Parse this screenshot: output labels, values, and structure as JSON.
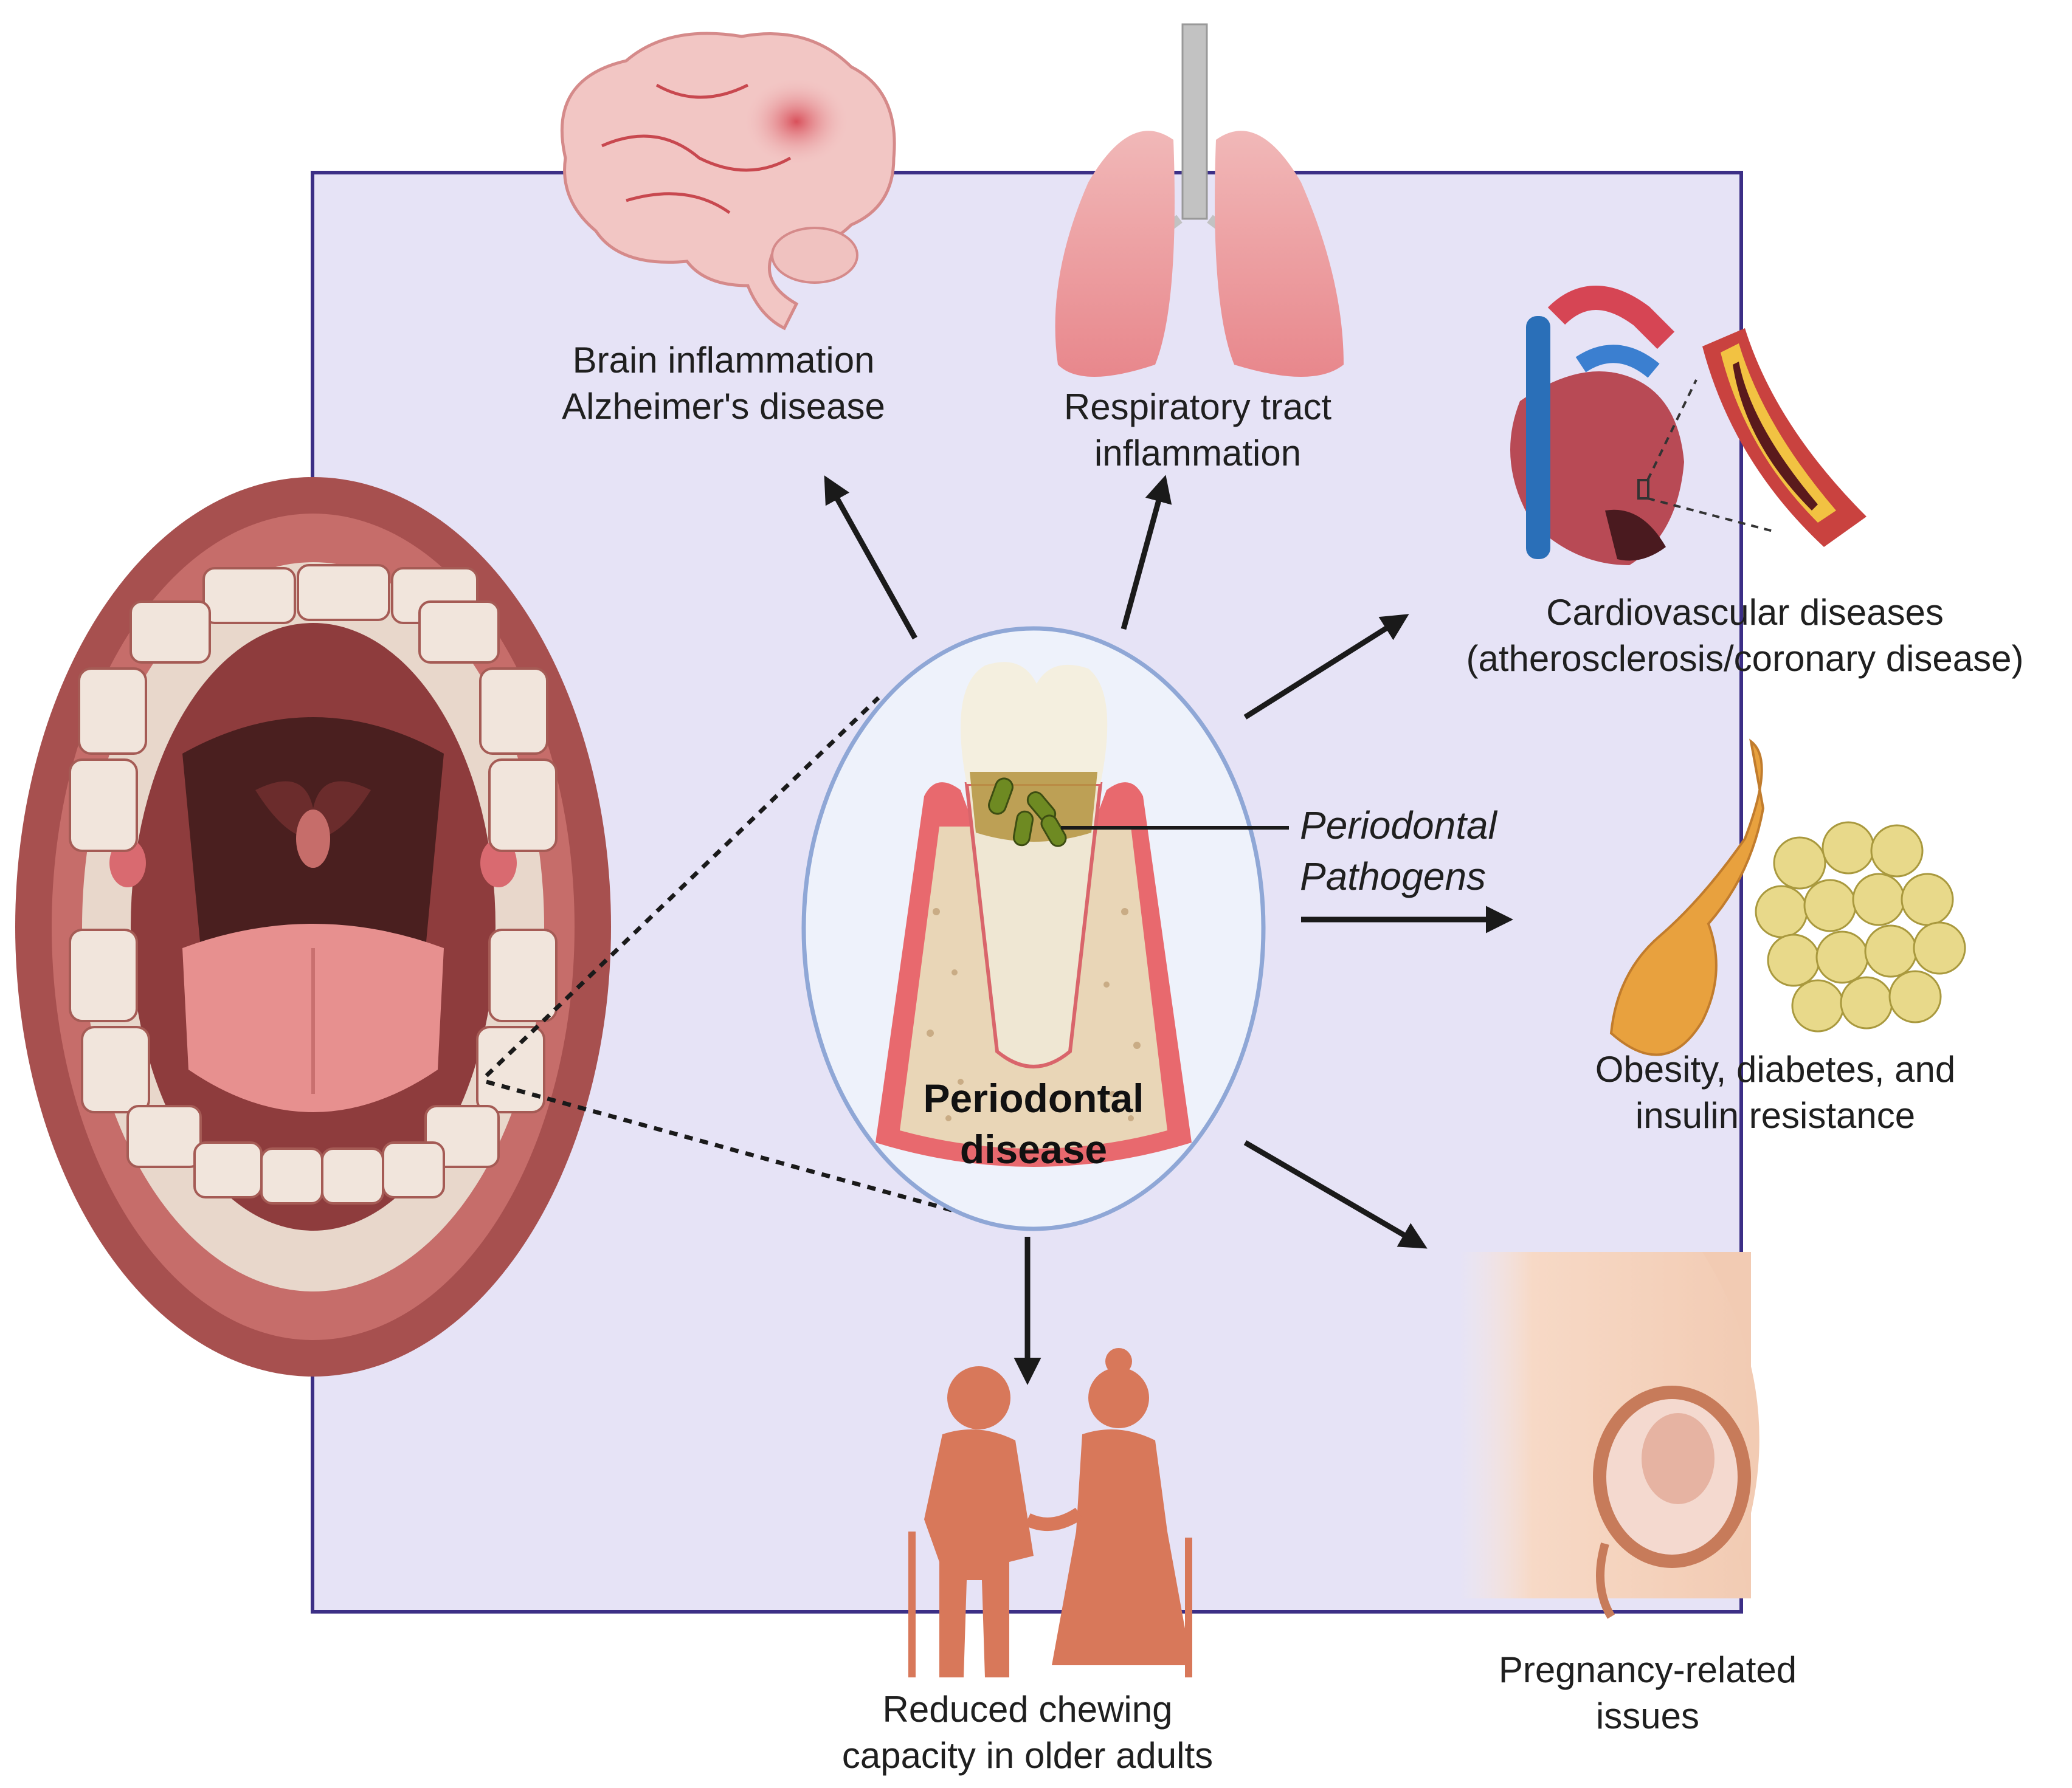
{
  "center": {
    "title_line1": "Periodontal",
    "title_line2": "disease",
    "pathogen_line1": "Periodontal",
    "pathogen_line2": "Pathogens"
  },
  "conditions": {
    "brain": {
      "line1": "Brain inflammation",
      "line2": "Alzheimer's disease",
      "icon": "brain-icon"
    },
    "respiratory": {
      "line1": "Respiratory tract",
      "line2": "inflammation",
      "icon": "lungs-icon"
    },
    "cardio": {
      "line1": "Cardiovascular diseases",
      "line2": "(atherosclerosis/coronary disease)",
      "icon": "heart-icon"
    },
    "metabolic": {
      "line1": "Obesity, diabetes, and",
      "line2": "insulin resistance",
      "icon": "pancreas-fat-cells-icon"
    },
    "pregnancy": {
      "line1": "Pregnancy-related",
      "line2": "issues",
      "icon": "pregnancy-icon"
    },
    "chewing": {
      "line1": "Reduced chewing",
      "line2": "capacity in older adults",
      "icon": "elderly-couple-icon"
    }
  },
  "colors": {
    "panel_fill": "#e6e3f6",
    "panel_border": "#3c2f86",
    "oval_fill": "#eef2fb",
    "oval_border": "#8fa7d6",
    "arrow": "#1a1a1a",
    "elderly": "#d8785a",
    "gum": "#e8696e"
  }
}
